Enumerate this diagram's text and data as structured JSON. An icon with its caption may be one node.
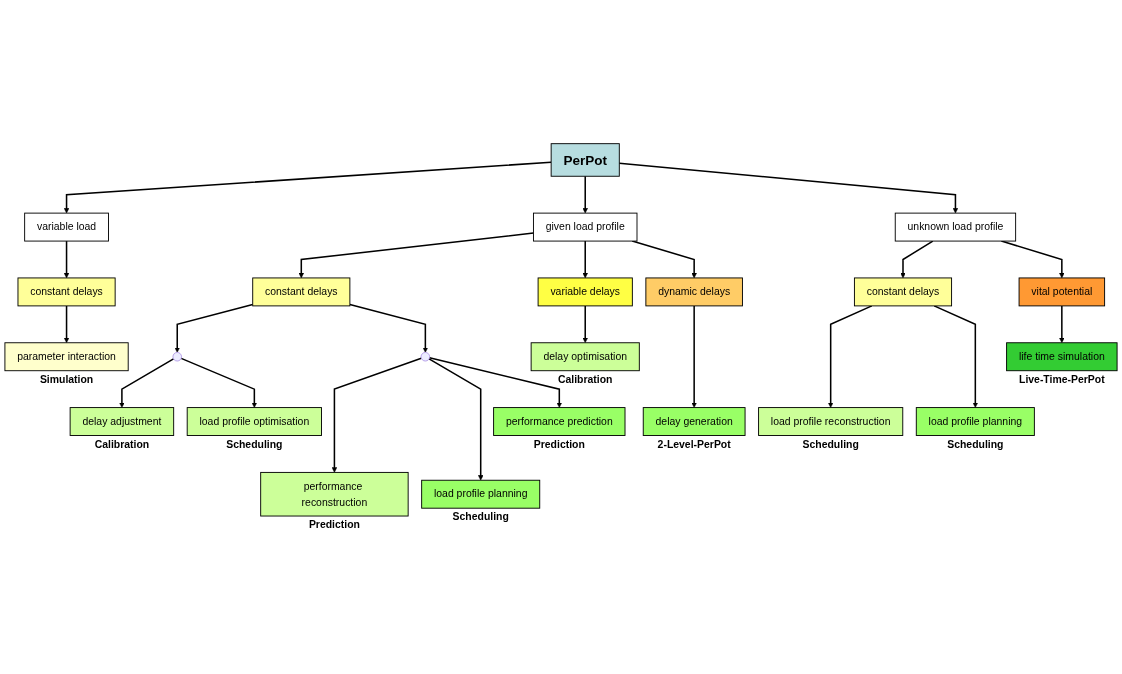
{
  "diagram": {
    "nodes": [
      {
        "text": [
          "PerPot"
        ]
      },
      {
        "text": [
          "variable load"
        ]
      },
      {
        "text": [
          "given load profile"
        ]
      },
      {
        "text": [
          "unknown load profile"
        ]
      },
      {
        "text": [
          "constant delays"
        ]
      },
      {
        "text": [
          "constant delays"
        ]
      },
      {
        "text": [
          "variable delays"
        ]
      },
      {
        "text": [
          "dynamic delays"
        ]
      },
      {
        "text": [
          "constant delays"
        ]
      },
      {
        "text": [
          "vital potential"
        ]
      },
      {
        "text": [],
        "shape": "circle"
      },
      {
        "text": [],
        "shape": "circle"
      },
      {
        "text": [
          "parameter interaction"
        ],
        "beside": [
          "Simulation"
        ]
      },
      {
        "text": [
          "delay adjustment"
        ],
        "beside": [
          "Calibration"
        ]
      },
      {
        "text": [
          "load profile optimisation"
        ],
        "beside": [
          "Scheduling"
        ]
      },
      {
        "text": [
          "performance reconstruction"
        ],
        "beside": [
          "Prediction"
        ]
      },
      {
        "text": [
          "delay optimisation"
        ],
        "beside": [
          "Calibration"
        ]
      },
      {
        "text": [
          "load profile reconstruction"
        ],
        "beside": [
          "Scheduling"
        ]
      },
      {
        "text": [
          "load profile planning"
        ],
        "beside": [
          "Scheduling"
        ]
      },
      {
        "text": [
          "performance prediction"
        ],
        "beside": [
          "Prediction"
        ]
      },
      {
        "text": [
          "delay generation"
        ],
        "beside": [
          "2-Level-PerPot"
        ]
      },
      {
        "text": [
          "load profile planning"
        ],
        "beside": [
          "Scheduling"
        ]
      },
      {
        "text": [
          "life time simulation"
        ],
        "beside": [
          "Live-Time-PerPot"
        ]
      }
    ],
    "edges": [
      {
        "from": 0,
        "to": 1,
        "arrow": "to"
      },
      {
        "from": 0,
        "to": 2,
        "arrow": "to"
      },
      {
        "from": 0,
        "to": 3,
        "arrow": "to"
      },
      {
        "from": 1,
        "to": 4,
        "arrow": "to"
      },
      {
        "from": 2,
        "to": 5,
        "arrow": "to"
      },
      {
        "from": 2,
        "to": 6,
        "arrow": "to"
      },
      {
        "from": 2,
        "to": 7,
        "arrow": "to"
      },
      {
        "from": 3,
        "to": 8,
        "arrow": "to"
      },
      {
        "from": 3,
        "to": 9,
        "arrow": "to"
      },
      {
        "from": 5,
        "to": 10,
        "arrow": "to"
      },
      {
        "from": 5,
        "to": 11,
        "arrow": "to"
      },
      {
        "from": 4,
        "to": 12,
        "arrow": "to"
      },
      {
        "from": 10,
        "to": 13,
        "arrow": "to"
      },
      {
        "from": 10,
        "to": 14,
        "arrow": "to"
      },
      {
        "from": 11,
        "to": 15,
        "arrow": "to"
      },
      {
        "from": 6,
        "to": 16,
        "arrow": "to"
      },
      {
        "from": 8,
        "to": 17,
        "arrow": "to"
      },
      {
        "from": 11,
        "to": 18,
        "arrow": "to"
      },
      {
        "from": 11,
        "to": 19,
        "arrow": "to"
      },
      {
        "from": 7,
        "to": 20,
        "arrow": "to"
      },
      {
        "from": 8,
        "to": 21,
        "arrow": "to"
      },
      {
        "from": 9,
        "to": 22,
        "arrow": "to"
      }
    ]
  }
}
